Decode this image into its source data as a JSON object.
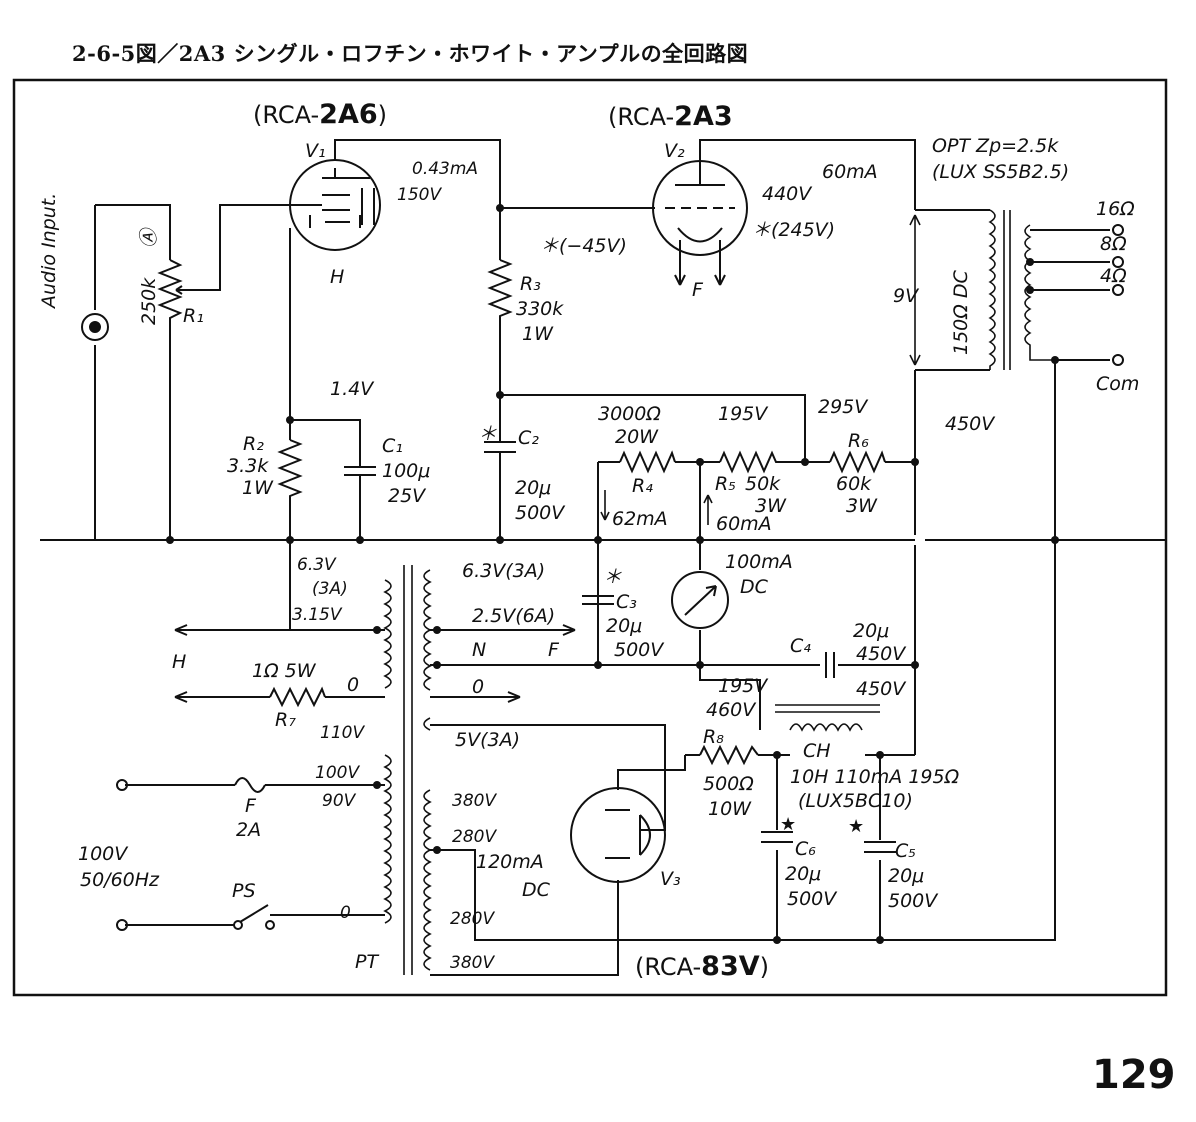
{
  "title": "2-6-5図／2A3 シングル・ロフチン・ホワイト・アンプルの全回路図",
  "page_number": "129",
  "tubes": {
    "v1": {
      "prefix": "(RCA-",
      "name": "2A6",
      "suffix": ")",
      "symbol": "V₁",
      "heater_label": "H"
    },
    "v2": {
      "prefix": "(RCA-",
      "name": "2A3",
      "suffix": "",
      "symbol": "V₂",
      "filament_label": "F"
    },
    "v3": {
      "prefix": "(RCA-",
      "name": "83V",
      "suffix": ")",
      "symbol": "V₃"
    }
  },
  "input": {
    "label": "Audio Input."
  },
  "components": {
    "r1": {
      "value": "250k",
      "mark": "Ⓐ",
      "ref": "R₁"
    },
    "r2": {
      "ref": "R₂",
      "value": "3.3k",
      "rating": "1W"
    },
    "r3": {
      "ref": "R₃",
      "value": "330k",
      "rating": "1W"
    },
    "r4": {
      "value": "3000Ω",
      "rating": "20W",
      "ref": "R₄"
    },
    "r5": {
      "ref": "R₅",
      "value": "50k",
      "rating": "3W"
    },
    "r6": {
      "ref": "R₆",
      "value": "60k",
      "rating": "3W"
    },
    "r7": {
      "value": "1Ω 5W",
      "ref": "R₇"
    },
    "r8": {
      "ref": "R₈",
      "value": "500Ω",
      "rating": "10W"
    },
    "c1": {
      "ref": "C₁",
      "value": "100μ",
      "rating": "25V"
    },
    "c2": {
      "mark": "＊",
      "ref": "C₂",
      "value": "20μ",
      "rating": "500V"
    },
    "c3": {
      "mark": "＊",
      "ref": "C₃",
      "value": "20μ",
      "rating": "500V"
    },
    "c4": {
      "ref": "C₄",
      "value": "20μ",
      "rating": "450V"
    },
    "c5": {
      "ref": "C₅",
      "value": "20μ",
      "rating": "500V"
    },
    "c6": {
      "ref": "C₆",
      "value": "20μ",
      "rating": "500V"
    },
    "opt": {
      "line1": "OPT Zp=2.5k",
      "line2": "(LUX SS5B2.5)",
      "dc": "150Ω DC"
    },
    "ch": {
      "ref": "CH",
      "line1": "10H 110mA 195Ω",
      "line2": "(LUX5BC10)"
    },
    "pt": {
      "ref": "PT"
    },
    "fuse": {
      "ref": "F",
      "value": "2A"
    },
    "switch": {
      "ref": "PS"
    },
    "meter": {
      "label": "100mA",
      "sub": "DC"
    }
  },
  "voltages": {
    "v1_plate_current": "0.43mA",
    "v1_plate_voltage": "150V",
    "v1_cathode": "1.4V",
    "v2_plate": "440V",
    "v2_plate_alt": "＊(245V)",
    "v2_grid": "＊(−45V)",
    "v2_current": "60mA",
    "opt_drop": "9V",
    "node_195": "195V",
    "node_295": "295V",
    "node_450": "450V",
    "cur_62": "62mA",
    "cur_60": "60mA",
    "node_195_low": "195V",
    "node_460": "460V",
    "node_450_low": "450V",
    "rect_current": "120mA",
    "rect_current_dc": "DC"
  },
  "outputs": {
    "tap16": "16Ω",
    "tap8": "8Ω",
    "tap4": "4Ω",
    "com": "Com"
  },
  "pt_taps": {
    "h63": "6.3V",
    "h63a": "(3A)",
    "h315": "3.15V",
    "h_label": "H",
    "h_zero": "0",
    "s63": "6.3V(3A)",
    "s25": "2.5V(6A)",
    "n": "N",
    "f": "F",
    "s_zero": "0",
    "s5": "5V(3A)",
    "p110": "110V",
    "p100": "100V",
    "p90": "90V",
    "p0": "0",
    "hv380a": "380V",
    "hv280a": "280V",
    "hv280b": "280V",
    "hv380b": "380V"
  },
  "mains": {
    "line1": "100V",
    "line2": "50/60Hz"
  }
}
